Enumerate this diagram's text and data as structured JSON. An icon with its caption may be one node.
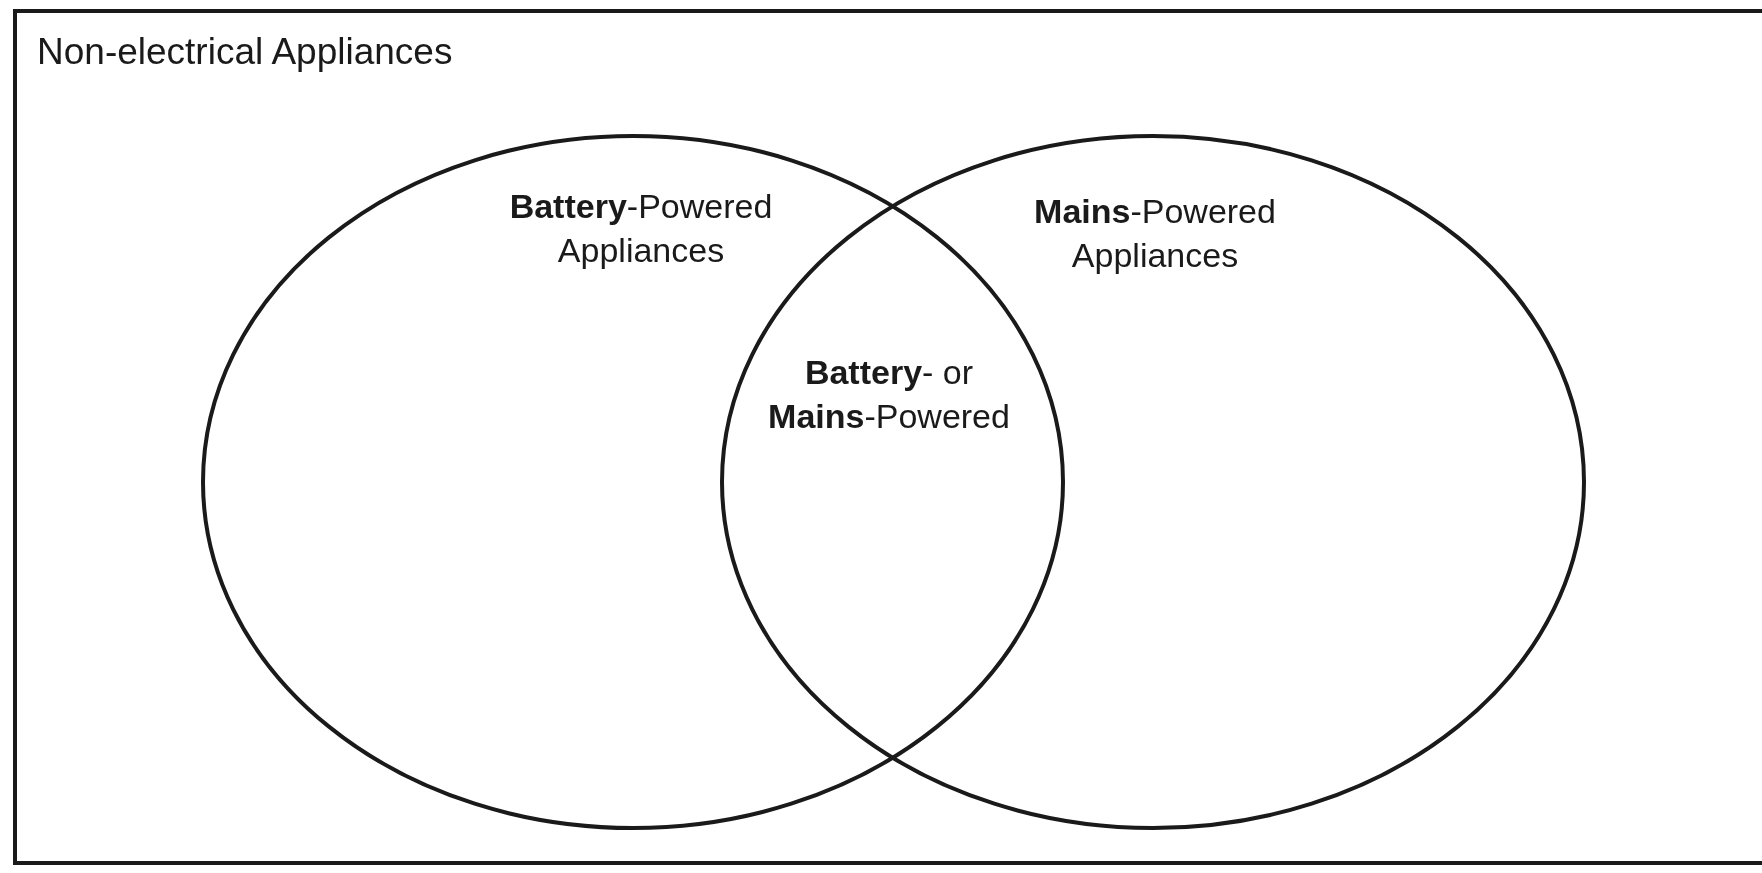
{
  "diagram": {
    "nodes": [
      {
        "text": [
          "Non-electrical Appliances"
        ]
      },
      {
        "text": [
          "**Battery**-Powered Appliances"
        ],
        "in": 0
      },
      {
        "text": [
          "**Mains**-Powered Appliances"
        ],
        "in": 0
      }
    ],
    "labels": [
      "**Battery**- or **Mains**-Powered"
    ]
  }
}
